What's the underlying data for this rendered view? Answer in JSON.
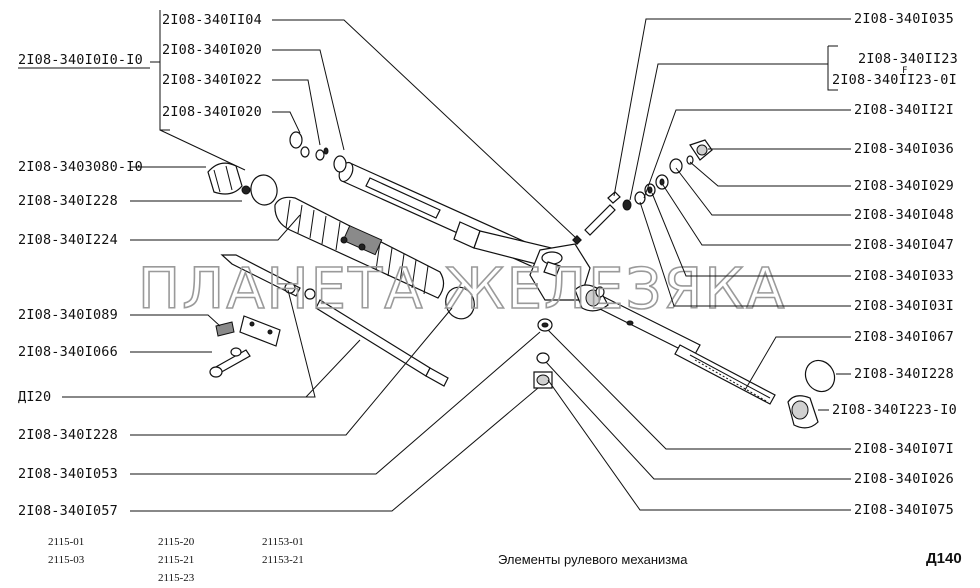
{
  "watermark": "ПЛАНЕТА ЖЕЛЕЗЯКА",
  "title": "Элементы рулевого механизма",
  "page_number": "Д140",
  "group_label": "2I08-340I0I0-I0",
  "left_labels": [
    "2I08-3403080-I0",
    "2I08-340I228",
    "2I08-340I224",
    "2I08-340I089",
    "2I08-340I066",
    "ДI20",
    "2I08-340I228",
    "2I08-340I053",
    "2I08-340I057"
  ],
  "top_left_labels": [
    "2I08-340II04",
    "2I08-340I020",
    "2I08-340I022",
    "2I08-340I020"
  ],
  "right_labels": [
    "2I08-340I035",
    "2I08-340II23",
    "2I08-340II23-0I",
    "2I08-340II2I",
    "2I08-340I036",
    "2I08-340I029",
    "2I08-340I048",
    "2I08-340I047",
    "2I08-340I033",
    "2I08-340I03I",
    "2I08-340I067",
    "2I08-340I228",
    "2I08-340I223-I0",
    "2I08-340I07I",
    "2I08-340I026",
    "2I08-340I075"
  ],
  "right_note": "F",
  "models": [
    "2115-01",
    "2115-03",
    "2115-20",
    "2115-21",
    "2115-23",
    "21153-01",
    "21153-21"
  ]
}
